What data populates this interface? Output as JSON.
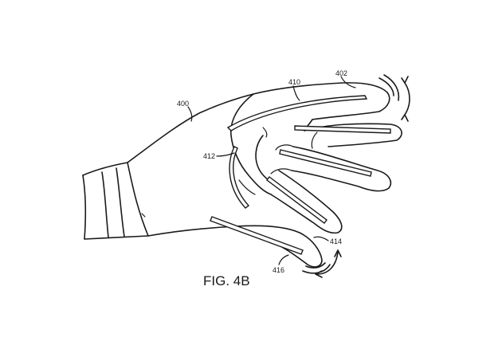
{
  "figure": {
    "caption": "FIG. 4B",
    "refs": {
      "glove": "400",
      "index_tip": "402",
      "index_sensor": "410",
      "thumb_sensor": "412",
      "pinky_tip": "414",
      "pinky_sensor": "416"
    }
  }
}
